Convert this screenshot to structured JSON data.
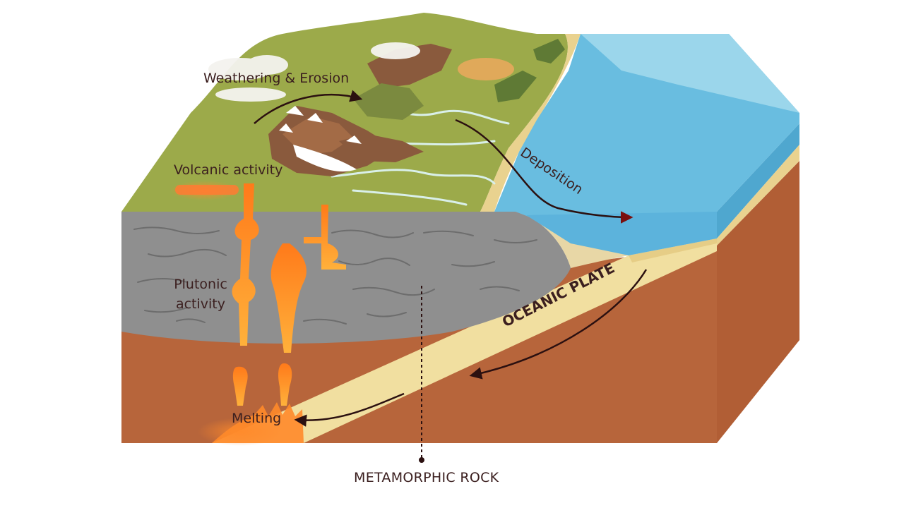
{
  "labels": {
    "weathering": "Weathering & Erosion",
    "volcanic": "Volcanic activity",
    "deposition": "Deposition",
    "plutonic_line1": "Plutonic",
    "plutonic_line2": "activity",
    "oceanic": "OCEANIC PLATE",
    "melting": "Melting",
    "metamorphic": "METAMORPHIC ROCK"
  },
  "colors": {
    "land": "#9caa4a",
    "ocean": "#69bde0",
    "ocean_light": "#a8dced",
    "crust": "#8f8f8f",
    "mantle": "#b7653b",
    "plate": "#f1dfa0",
    "magma": "#f39c2b",
    "arrow": "#2b1010"
  }
}
